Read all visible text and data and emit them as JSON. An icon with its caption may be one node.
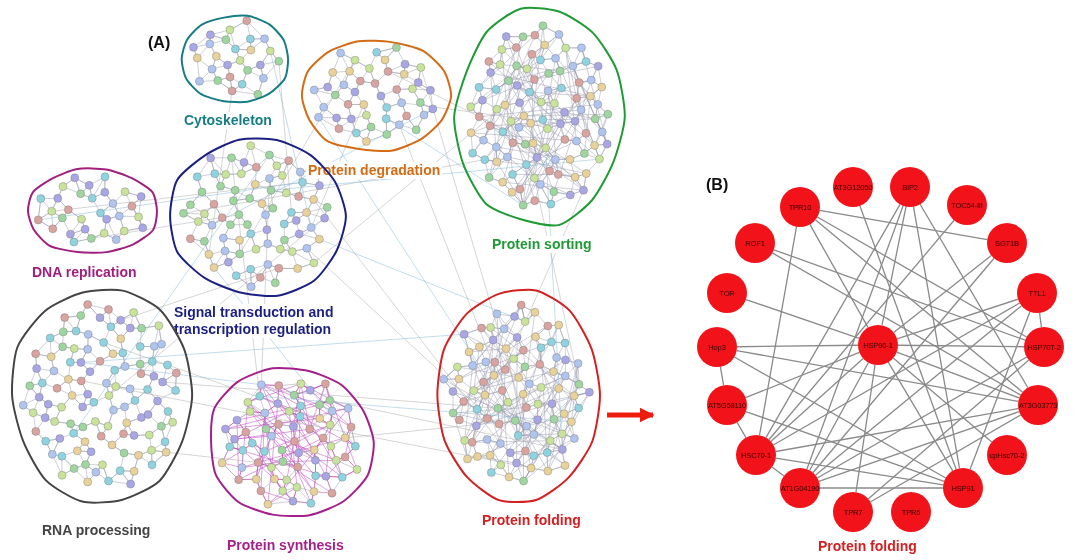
{
  "diagram": {
    "nodes": [
      {
        "text": [
          "Cytoskeleton"
        ]
      },
      {
        "text": [
          "Protein degradation"
        ]
      },
      {
        "text": [
          "Protein sorting"
        ]
      },
      {
        "text": [
          "DNA replication"
        ]
      },
      {
        "text": [
          "Signal transduction and transcription regulation"
        ]
      },
      {
        "text": [
          "RNA processing"
        ]
      },
      {
        "text": [
          "Protein synthesis"
        ]
      },
      {
        "text": [
          "Protein folding"
        ]
      },
      {
        "text": [
          "AT3G12050"
        ]
      },
      {
        "text": [
          "BIP2"
        ]
      },
      {
        "text": [
          "TPR10"
        ]
      },
      {
        "text": [
          "TOC64-III"
        ]
      },
      {
        "text": [
          "SGT1B"
        ]
      },
      {
        "text": [
          "ROF1"
        ]
      },
      {
        "text": [
          "TOR"
        ]
      },
      {
        "text": [
          "TTL1"
        ]
      },
      {
        "text": [
          "HSP90-1"
        ]
      },
      {
        "text": [
          "Hop3"
        ]
      },
      {
        "text": [
          "HSP70T-2"
        ]
      },
      {
        "text": [
          "AT5G58110"
        ]
      },
      {
        "text": [
          "AT3G03773"
        ]
      },
      {
        "text": [
          "HSC70-1"
        ]
      },
      {
        "text": [
          "cpHsc70-2"
        ]
      },
      {
        "text": [
          "AT1G04190"
        ]
      },
      {
        "text": [
          "HSP91"
        ]
      },
      {
        "text": [
          "TPR7"
        ]
      },
      {
        "text": [
          "TPR5"
        ]
      }
    ],
    "edges": [
      {
        "from": 7,
        "to": null,
        "arrow": "to",
        "style": "thick",
        "color": "#ee1c0e"
      },
      {
        "from": 16,
        "to": 14,
        "arrow": "none"
      },
      {
        "from": 16,
        "to": 17,
        "arrow": "none"
      },
      {
        "from": 16,
        "to": 18,
        "arrow": "none"
      },
      {
        "from": 16,
        "to": 15,
        "arrow": "none"
      },
      {
        "from": 16,
        "to": 12,
        "arrow": "none"
      },
      {
        "from": 16,
        "to": 9,
        "arrow": "none"
      },
      {
        "from": 16,
        "to": 19,
        "arrow": "none"
      },
      {
        "from": 16,
        "to": 21,
        "arrow": "none"
      },
      {
        "from": 16,
        "to": 23,
        "arrow": "none"
      },
      {
        "from": 16,
        "to": 25,
        "arrow": "none"
      },
      {
        "from": 16,
        "to": 24,
        "arrow": "none"
      },
      {
        "from": 16,
        "to": 20,
        "arrow": "none"
      },
      {
        "from": 16,
        "to": 22,
        "arrow": "none"
      },
      {
        "from": 16,
        "to": 10,
        "arrow": "none"
      },
      {
        "from": 10,
        "to": 12,
        "arrow": "none"
      },
      {
        "from": 10,
        "to": 21,
        "arrow": "none"
      },
      {
        "from": 10,
        "to": 20,
        "arrow": "none"
      },
      {
        "from": 10,
        "to": 18,
        "arrow": "none"
      },
      {
        "from": 13,
        "to": 18,
        "arrow": "none"
      },
      {
        "from": 13,
        "to": 20,
        "arrow": "none"
      },
      {
        "from": 8,
        "to": 24,
        "arrow": "none"
      },
      {
        "from": 9,
        "to": 24,
        "arrow": "none"
      },
      {
        "from": 9,
        "to": 21,
        "arrow": "none"
      },
      {
        "from": 9,
        "to": 23,
        "arrow": "none"
      },
      {
        "from": 9,
        "to": 20,
        "arrow": "none"
      },
      {
        "from": 11,
        "to": 21,
        "arrow": "none"
      },
      {
        "from": 12,
        "to": 23,
        "arrow": "none"
      },
      {
        "from": 15,
        "to": 18,
        "arrow": "none"
      },
      {
        "from": 15,
        "to": 24,
        "arrow": "none"
      },
      {
        "from": 15,
        "to": 23,
        "arrow": "none"
      },
      {
        "from": 15,
        "to": 21,
        "arrow": "none"
      },
      {
        "from": 18,
        "to": 23,
        "arrow": "none"
      },
      {
        "from": 18,
        "to": 25,
        "arrow": "none"
      },
      {
        "from": 20,
        "to": 17,
        "arrow": "none"
      },
      {
        "from": 20,
        "to": 21,
        "arrow": "none"
      },
      {
        "from": 20,
        "to": 23,
        "arrow": "none"
      },
      {
        "from": 20,
        "to": 25,
        "arrow": "none"
      },
      {
        "from": 17,
        "to": 19,
        "arrow": "none"
      },
      {
        "from": 17,
        "to": 24,
        "arrow": "none"
      },
      {
        "from": 19,
        "to": 21,
        "arrow": "none"
      },
      {
        "from": 19,
        "to": 24,
        "arrow": "none"
      },
      {
        "from": 21,
        "to": 23,
        "arrow": "none"
      },
      {
        "from": 21,
        "to": 24,
        "arrow": "none"
      },
      {
        "from": 23,
        "to": 24,
        "arrow": "none"
      }
    ],
    "labels": [
      "(A)",
      "(B)",
      "Protein folding"
    ]
  }
}
